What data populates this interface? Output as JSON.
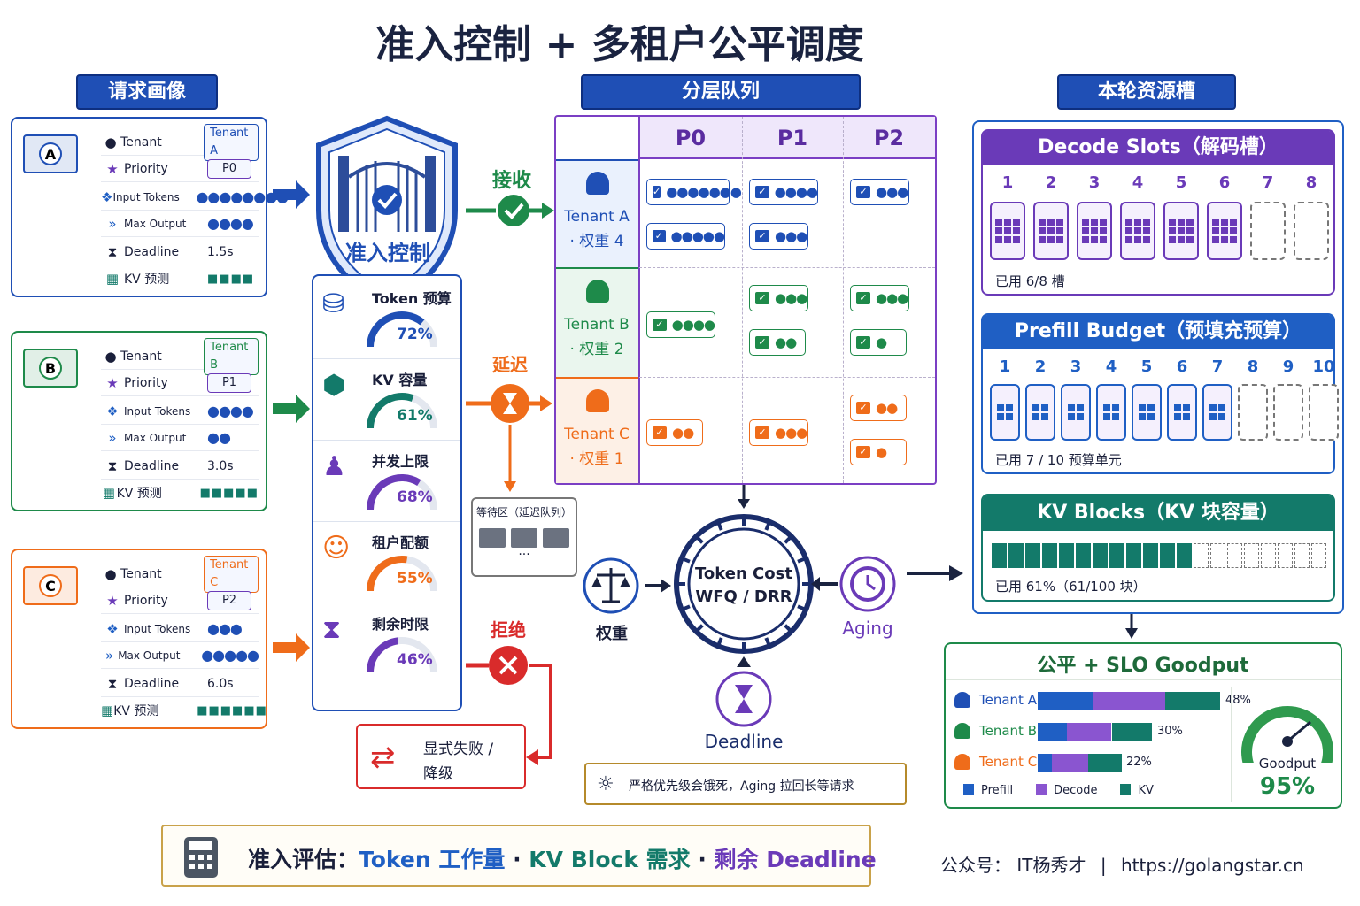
{
  "title": "准入控制 + 多租户公平调度",
  "sections": {
    "profile": "请求画像",
    "queues": "分层队列",
    "slots": "本轮资源槽"
  },
  "tenants": [
    {
      "key": "a",
      "tenant_label": "Tenant",
      "tenant": "Tenant A",
      "priority_label": "Priority",
      "priority": "P0",
      "input_label": "Input Tokens",
      "input": "●●●●●●●●",
      "max_label": "Max Output",
      "max": "●●●●",
      "deadline_label": "Deadline",
      "deadline": "1.5s",
      "kv_label": "KV 预测",
      "kv": "■■■■",
      "envelope": "A",
      "color": "#1f4fb5"
    },
    {
      "key": "b",
      "tenant_label": "Tenant",
      "tenant": "Tenant B",
      "priority_label": "Priority",
      "priority": "P1",
      "input_label": "Input Tokens",
      "input": "●●●●",
      "max_label": "Max Output",
      "max": "●●",
      "deadline_label": "Deadline",
      "deadline": "3.0s",
      "kv_label": "KV 预测",
      "kv": "■■■■■",
      "envelope": "B",
      "color": "#1e8a4a"
    },
    {
      "key": "c",
      "tenant_label": "Tenant",
      "tenant": "Tenant C",
      "priority_label": "Priority",
      "priority": "P2",
      "input_label": "Input Tokens",
      "input": "●●●",
      "max_label": "Max Output",
      "max": "●●●●●",
      "deadline_label": "Deadline",
      "deadline": "6.0s",
      "kv_label": "KV 预测",
      "kv": "■■■■■■",
      "envelope": "C",
      "color": "#ef6c1a"
    }
  ],
  "admission": {
    "label": "准入控制",
    "gauges": [
      {
        "name": "Token 预算",
        "value": "72%",
        "fraction": 0.72,
        "color": "#1f4fb5",
        "icon": "database-icon"
      },
      {
        "name": "KV 容量",
        "value": "61%",
        "fraction": 0.61,
        "color": "#137a6a",
        "icon": "cubes-icon"
      },
      {
        "name": "并发上限",
        "value": "68%",
        "fraction": 0.68,
        "color": "#6a3ab8",
        "icon": "users-icon"
      },
      {
        "name": "租户配额",
        "value": "55%",
        "fraction": 0.55,
        "color": "#ef6c1a",
        "icon": "user-quota-icon"
      },
      {
        "name": "剩余时限",
        "value": "46%",
        "fraction": 0.46,
        "color": "#6a3ab8",
        "icon": "hourglass-icon"
      }
    ]
  },
  "decisions": {
    "accept": "接收",
    "delay": "延迟",
    "reject": "拒绝",
    "waiting_area": "等待区（延迟队列）",
    "waiting_more": "···",
    "fail_line1": "显式失败 /",
    "fail_line2": "降级"
  },
  "queue": {
    "columns": [
      "P0",
      "P1",
      "P2"
    ],
    "rows": [
      {
        "tenant": "Tenant A",
        "weight": "· 权重 4",
        "color": "#1f4fb5"
      },
      {
        "tenant": "Tenant B",
        "weight": "· 权重 2",
        "color": "#1e8a4a"
      },
      {
        "tenant": "Tenant C",
        "weight": "· 权重 1",
        "color": "#ef6c1a"
      }
    ],
    "items": [
      {
        "row": 0,
        "col": 0,
        "dots": "●●●●●●●"
      },
      {
        "row": 0,
        "col": 0,
        "dots": "●●●●●"
      },
      {
        "row": 0,
        "col": 1,
        "dots": "●●●●"
      },
      {
        "row": 0,
        "col": 1,
        "dots": "●●●"
      },
      {
        "row": 0,
        "col": 2,
        "dots": "●●●"
      },
      {
        "row": 1,
        "col": 0,
        "dots": "●●●●"
      },
      {
        "row": 1,
        "col": 1,
        "dots": "●●●"
      },
      {
        "row": 1,
        "col": 1,
        "dots": "●●"
      },
      {
        "row": 1,
        "col": 2,
        "dots": "●●●"
      },
      {
        "row": 1,
        "col": 2,
        "dots": "●"
      },
      {
        "row": 2,
        "col": 0,
        "dots": "●●"
      },
      {
        "row": 2,
        "col": 1,
        "dots": "●●●"
      },
      {
        "row": 2,
        "col": 2,
        "dots": "●●"
      },
      {
        "row": 2,
        "col": 2,
        "dots": "●"
      }
    ]
  },
  "scheduler": {
    "line1": "Token Cost",
    "line2": "WFQ / DRR",
    "weight": "权重",
    "aging": "Aging",
    "deadline": "Deadline",
    "note": "严格优先级会饿死，Aging 拉回长等请求"
  },
  "decode": {
    "title": "Decode Slots（解码槽）",
    "numbers": [
      "1",
      "2",
      "3",
      "4",
      "5",
      "6",
      "7",
      "8"
    ],
    "used": 6,
    "total": 8,
    "caption": "已用 6/8 槽",
    "color": "#6a3ab8"
  },
  "prefill": {
    "title": "Prefill Budget（预填充预算）",
    "numbers": [
      "1",
      "2",
      "3",
      "4",
      "5",
      "6",
      "7",
      "8",
      "9",
      "10"
    ],
    "used": 7,
    "total": 10,
    "caption": "已用 7 / 10 预算单元",
    "color": "#1f5fc4"
  },
  "kv": {
    "title": "KV Blocks（KV 块容量）",
    "used": 61,
    "total": 100,
    "caption": "已用 61%（61/100 块）",
    "color": "#137a6a"
  },
  "goodput": {
    "title": "公平 + SLO Goodput",
    "bars": [
      {
        "tenant": "Tenant A",
        "value": "48%",
        "prefill": 0.3,
        "decode": 0.4,
        "kv": 0.3,
        "color": "#1f4fb5"
      },
      {
        "tenant": "Tenant B",
        "value": "30%",
        "prefill": 0.26,
        "decode": 0.39,
        "kv": 0.35,
        "color": "#1e8a4a"
      },
      {
        "tenant": "Tenant C",
        "value": "22%",
        "prefill": 0.17,
        "decode": 0.43,
        "kv": 0.4,
        "color": "#ef6c1a"
      }
    ],
    "legend": [
      "Prefill",
      "Decode",
      "KV"
    ],
    "legend_colors": [
      "#1f5fc4",
      "#8a55d0",
      "#137a6a"
    ],
    "gauge_label": "Goodput",
    "gauge_value": "95%",
    "gauge_fraction": 0.95
  },
  "footer": {
    "prefix": "准入评估：",
    "p1": "Token 工作量",
    "sep1": "·",
    "p2": "KV Block 需求",
    "sep2": "·",
    "p3": "剩余 Deadline",
    "credit_name": "公众号：  IT杨秀才",
    "credit_sep": "|",
    "credit_url": "https://golangstar.cn"
  }
}
